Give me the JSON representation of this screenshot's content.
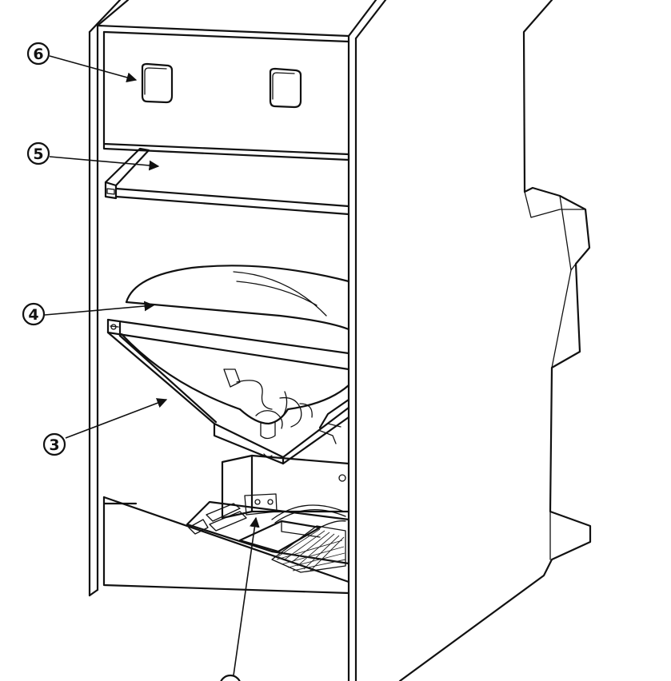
{
  "callouts": [
    {
      "id": "callout-6",
      "label": "6"
    },
    {
      "id": "callout-5",
      "label": "5"
    },
    {
      "id": "callout-4",
      "label": "4"
    },
    {
      "id": "callout-3",
      "label": "3"
    },
    {
      "id": "callout-bottom",
      "label": ""
    }
  ],
  "colors": {
    "line": "#111111",
    "background": "#ffffff"
  }
}
